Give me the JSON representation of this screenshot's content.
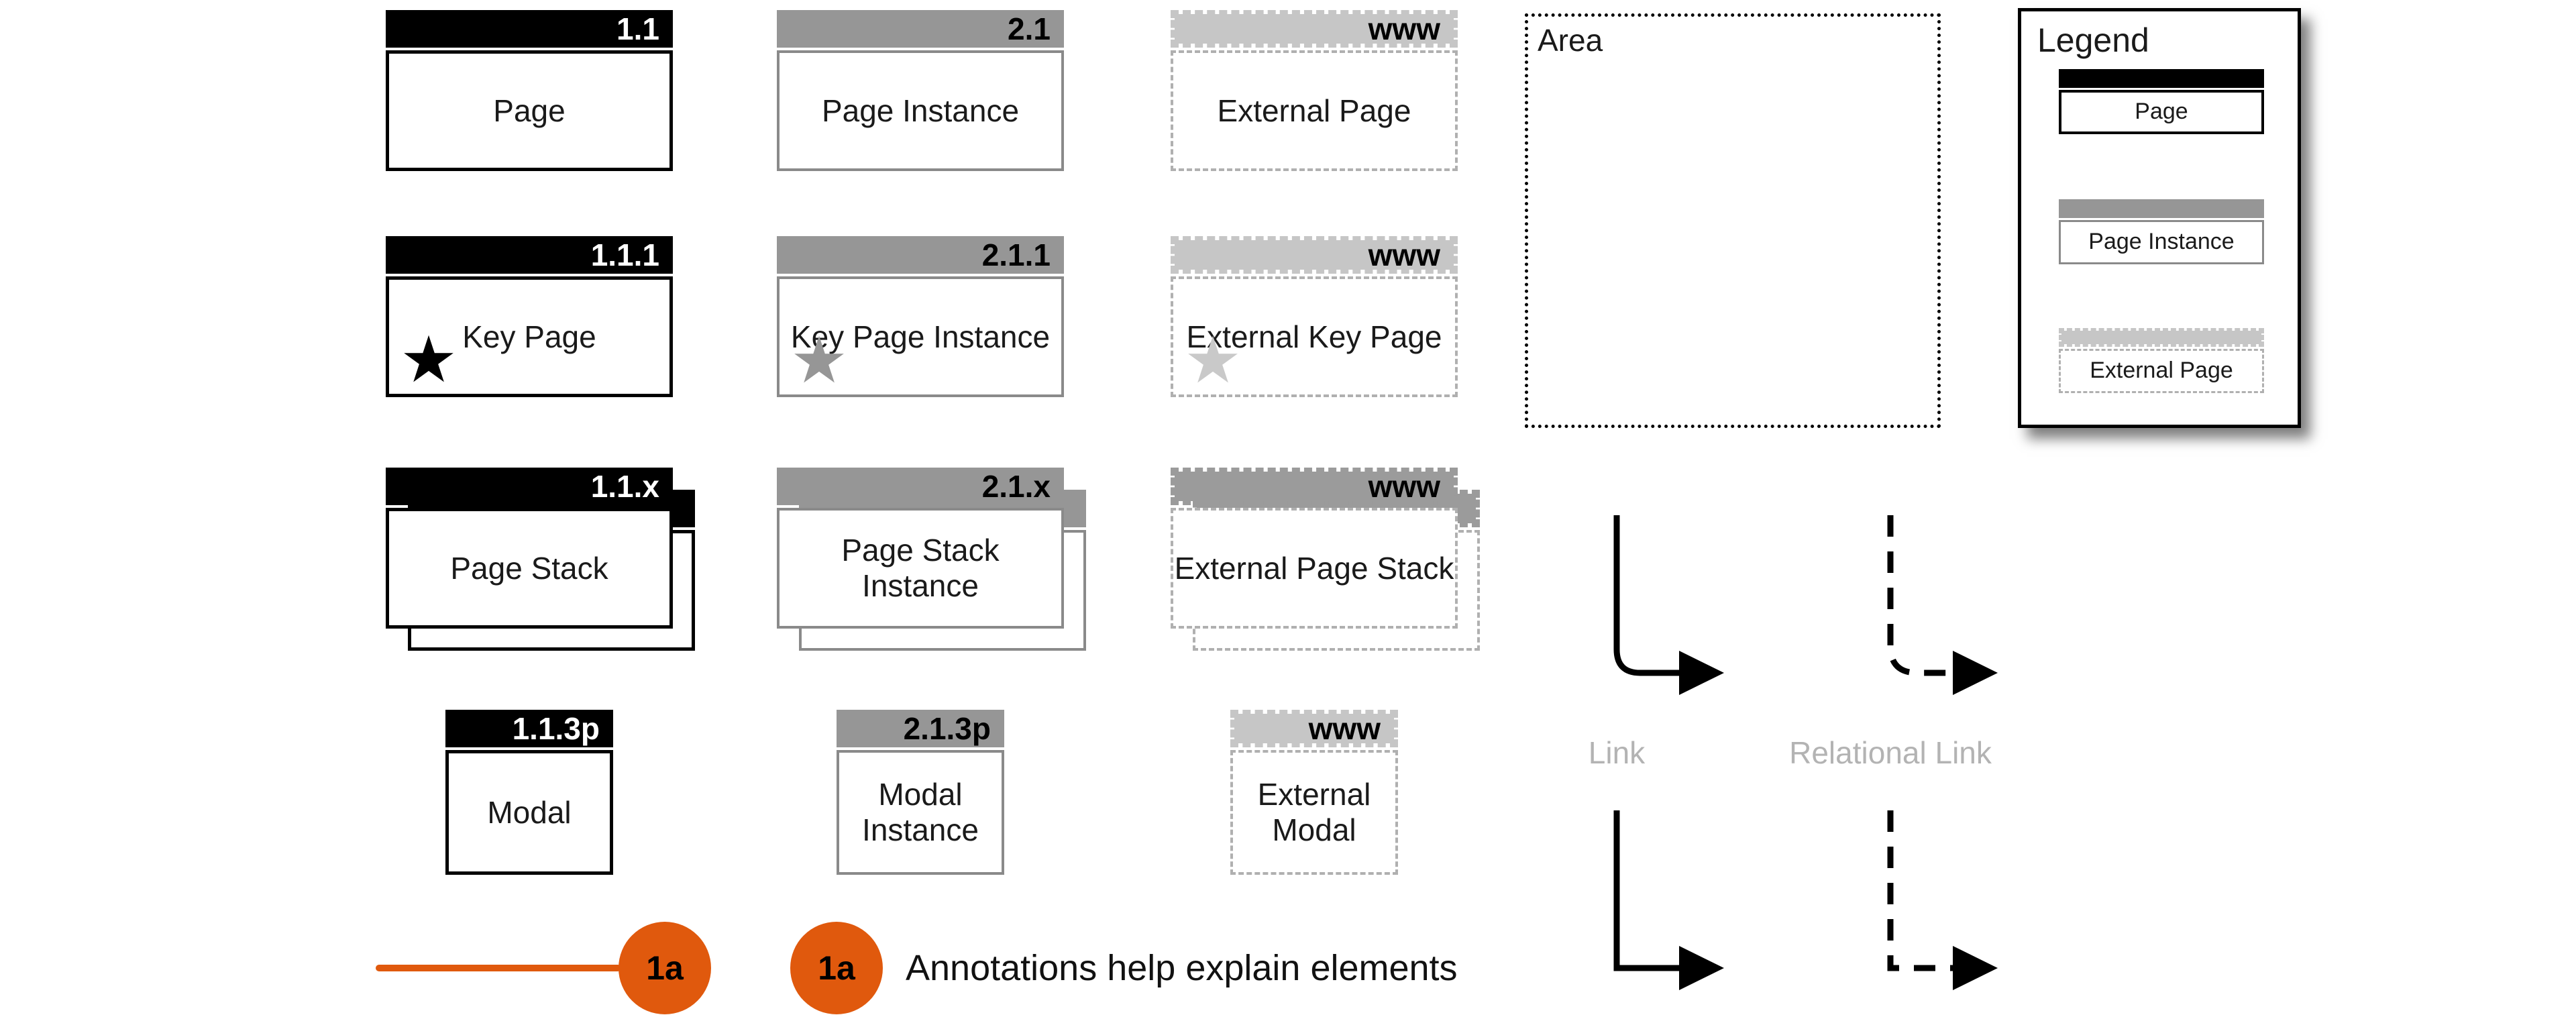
{
  "colors": {
    "paper": "#ffffff",
    "text": "#1a1a1a",
    "ink": "#000000",
    "instance_header": "#969696",
    "instance_border": "#8a8a8a",
    "external_header": "#c6c6c6",
    "external_header_dark": "#9b9b9b",
    "external_border": "#b0b0b0",
    "external_star": "#c9c9c9",
    "link_label_gray": "#b3b3b3",
    "annotation_orange": "#e0590d"
  },
  "icons": {
    "key_star": "★"
  },
  "grid": {
    "rows": [
      {
        "cells": [
          {
            "id": "1.1",
            "label": "Page"
          },
          {
            "id": "2.1",
            "label": "Page Instance"
          },
          {
            "id": "www",
            "label": "External Page"
          }
        ]
      },
      {
        "cells": [
          {
            "id": "1.1.1",
            "label": "Key Page"
          },
          {
            "id": "2.1.1",
            "label": "Key Page Instance"
          },
          {
            "id": "www",
            "label": "External Key Page"
          }
        ]
      },
      {
        "cells": [
          {
            "id": "1.1.x",
            "label": "Page Stack"
          },
          {
            "id": "2.1.x",
            "label": "Page Stack Instance"
          },
          {
            "id": "www",
            "label": "External Page Stack"
          }
        ]
      },
      {
        "cells": [
          {
            "id": "1.1.3p",
            "label": "Modal"
          },
          {
            "id": "2.1.3p",
            "label": "Modal Instance"
          },
          {
            "id": "www",
            "label": "External Modal"
          }
        ]
      }
    ]
  },
  "area": {
    "label": "Area"
  },
  "legend": {
    "title": "Legend",
    "items": [
      {
        "label": "Page"
      },
      {
        "label": "Page Instance"
      },
      {
        "label": "External Page"
      }
    ]
  },
  "links": {
    "link": "Link",
    "relational": "Relational Link"
  },
  "annotation": {
    "badge": "1a",
    "text": "Annotations help explain elements"
  }
}
